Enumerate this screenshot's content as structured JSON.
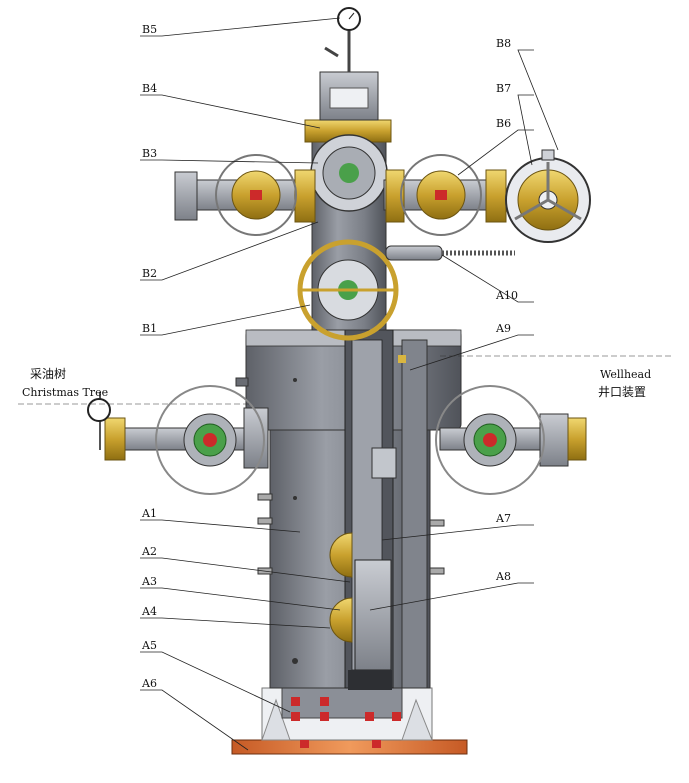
{
  "callouts": {
    "B5": "B5",
    "B4": "B4",
    "B3": "B3",
    "B2": "B2",
    "B1": "B1",
    "B6": "B6",
    "B7": "B7",
    "B8": "B8",
    "A10": "A10",
    "A9": "A9",
    "A7": "A7",
    "A8": "A8",
    "A1": "A1",
    "A2": "A2",
    "A3": "A3",
    "A4": "A4",
    "A5": "A5",
    "A6": "A6"
  },
  "regions": {
    "christmas_tree_cn": "采油树",
    "christmas_tree_en": "Christmas Tree",
    "wellhead_en": "Wellhead",
    "wellhead_cn": "井口装置"
  },
  "colors": {
    "body_gray": "#7d818a",
    "brass": "#d9b640",
    "copper_base": "#d9743a",
    "dark": "#3a3c42",
    "red_bolt": "#cc2a2a",
    "green_nut": "#4aa04a"
  }
}
